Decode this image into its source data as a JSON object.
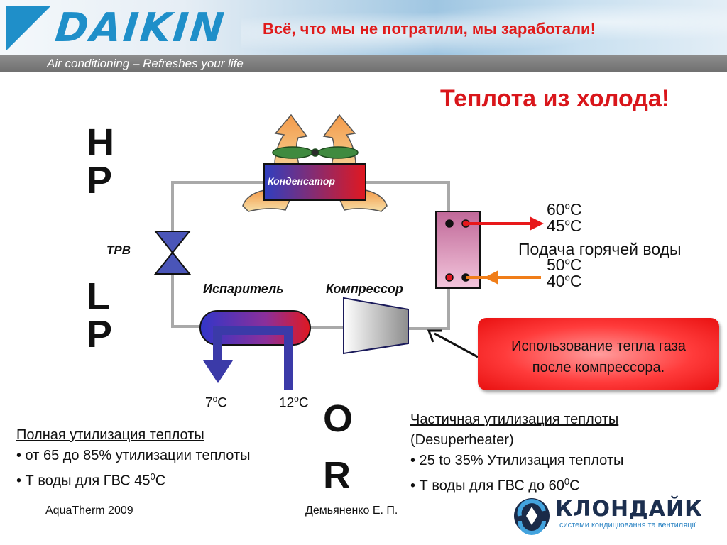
{
  "header": {
    "logo": "DAIKIN",
    "tagline": "Air conditioning – Refreshes your life",
    "slogan": "Всё, что мы не потратили, мы заработали!"
  },
  "title": "Теплота из холода!",
  "side_letters": {
    "h": "H",
    "p1": "P",
    "l": "L",
    "p2": "P",
    "o": "O",
    "r": "R"
  },
  "diagram": {
    "condenser_label": "Конденсатор",
    "valve_label": "ТРВ",
    "evaporator_label": "Испаритель",
    "compressor_label": "Компрессор",
    "temp_out_60": "60",
    "temp_out_45": "45",
    "temp_in_50": "50",
    "temp_in_40": "40",
    "hot_water_label": "Подача горячей воды",
    "temp_7": "7",
    "temp_12": "12",
    "degree_sup": "o",
    "unit_c": "C",
    "colors": {
      "hot_arrow": "#e8181a",
      "warm_arrow": "#f07d18",
      "blue_arrow": "#3b3aa8",
      "pipe": "#a9a9a9"
    }
  },
  "callout": {
    "line1": "Использование тепла газа",
    "line2": "после компрессора."
  },
  "left_block": {
    "heading": "Полная утилизация теплоты",
    "item1": "• от 65 до 85% утилизации теплоты",
    "item2_pre": "• Т воды для ГВС 45",
    "item2_sup": "0",
    "item2_post": "С"
  },
  "right_block": {
    "heading": "Частичная утилизация теплоты",
    "sub": "(Desuperheater)",
    "item1": "• 25 to 35% Утилизация теплоты",
    "item2_pre": "• Т воды для ГВС до 60",
    "item2_sup": "0",
    "item2_post": "С"
  },
  "footer": {
    "left": "AquaTherm 2009",
    "center": "Демьяненко Е. П.",
    "brand": "КЛОНДАЙК",
    "brand_sub": "системи кондиціювання та вентиляції"
  }
}
